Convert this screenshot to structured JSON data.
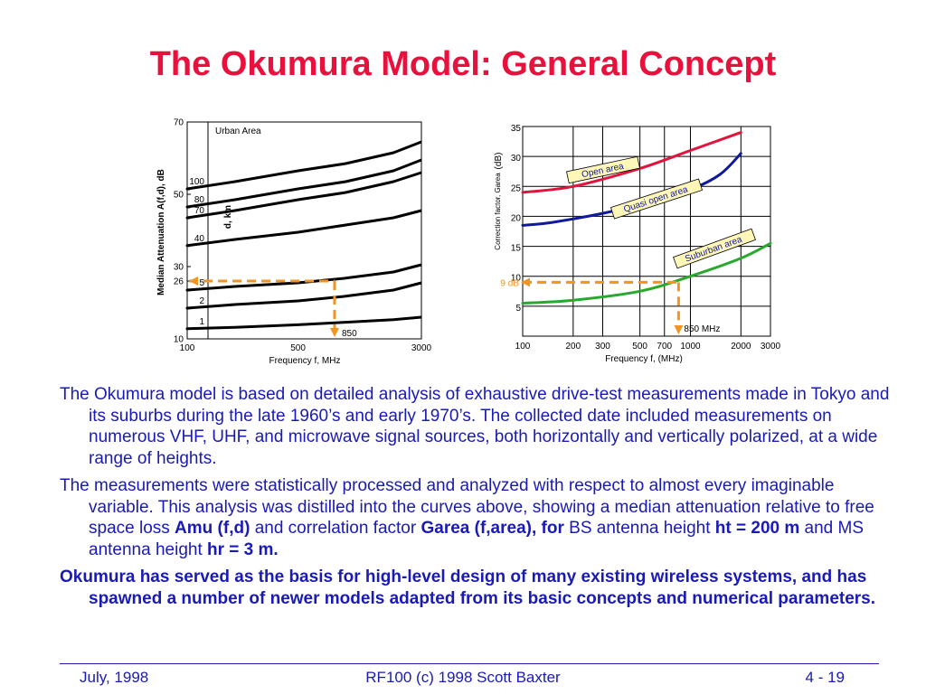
{
  "title": "The Okumura Model: General Concept",
  "chart_data": [
    {
      "type": "line",
      "region_label": "Urban Area",
      "xlabel": "Frequency f, MHz",
      "ylabel": "Median Attenuation A(f,d), dB",
      "curve_label": "d, km",
      "x_scale": "log",
      "xlim": [
        100,
        3000
      ],
      "ylim": [
        10,
        70
      ],
      "x_ticks": [
        "100",
        "500",
        "3000"
      ],
      "y_ticks": [
        "70",
        "50",
        "30",
        "26",
        "10"
      ],
      "series": [
        {
          "name": "100",
          "x": [
            100,
            200,
            500,
            1000,
            2000,
            3000
          ],
          "values": [
            51.5,
            53.5,
            56.5,
            58.5,
            61.5,
            64.5
          ]
        },
        {
          "name": "80",
          "x": [
            100,
            200,
            500,
            1000,
            2000,
            3000
          ],
          "values": [
            46.5,
            48.5,
            51.5,
            53.5,
            56.5,
            59.5
          ]
        },
        {
          "name": "70",
          "x": [
            100,
            200,
            500,
            1000,
            2000,
            3000
          ],
          "values": [
            43.5,
            45.5,
            48.5,
            50.5,
            53.5,
            56
          ]
        },
        {
          "name": "40",
          "x": [
            100,
            200,
            500,
            1000,
            2000,
            3000
          ],
          "values": [
            35.8,
            37.5,
            39.5,
            41.5,
            43.5,
            45.5
          ]
        },
        {
          "name": "5",
          "x": [
            100,
            200,
            500,
            1000,
            2000,
            3000
          ],
          "values": [
            23.5,
            24.5,
            25.5,
            26.8,
            28.5,
            30.5
          ]
        },
        {
          "name": "2",
          "x": [
            100,
            200,
            500,
            1000,
            2000,
            3000
          ],
          "values": [
            18.5,
            19.5,
            20.5,
            21.8,
            23.5,
            25.5
          ]
        },
        {
          "name": "1",
          "x": [
            100,
            200,
            500,
            1000,
            2000,
            3000
          ],
          "values": [
            12.8,
            13.2,
            13.9,
            14.6,
            15.3,
            16
          ]
        }
      ],
      "annotation": {
        "x_label": "850",
        "x": 850,
        "y": 26,
        "color": "#f29422"
      }
    },
    {
      "type": "line",
      "xlabel": "Frequency  f, (MHz)",
      "ylabel": "Correction factor, Garea",
      "ylabel_unit": "(dB)",
      "x_scale": "log",
      "xlim": [
        100,
        3000
      ],
      "ylim": [
        0,
        35
      ],
      "x_ticks": [
        "100",
        "200",
        "300",
        "500",
        "700",
        "1000",
        "2000",
        "3000"
      ],
      "y_ticks": [
        "35",
        "30",
        "25",
        "20",
        "15",
        "10",
        "5"
      ],
      "series": [
        {
          "name": "Open area",
          "color": "#e0143c",
          "x": [
            100,
            200,
            500,
            1000,
            2000
          ],
          "values": [
            24,
            25,
            28,
            31,
            34
          ]
        },
        {
          "name": "Quasi open area",
          "color": "#10189c",
          "x": [
            100,
            150,
            300,
            500,
            1000,
            1500,
            2000
          ],
          "values": [
            18.5,
            19,
            20.5,
            22,
            24.5,
            27,
            30.5
          ]
        },
        {
          "name": "Suburban area",
          "color": "#28a82c",
          "x": [
            100,
            200,
            500,
            1000,
            2000,
            3000
          ],
          "values": [
            5.5,
            6,
            7.5,
            10,
            13,
            15.5
          ]
        }
      ],
      "annotation": {
        "x_label": "850 MHz",
        "y_label": "9 dB",
        "x": 850,
        "y": 9,
        "color": "#f29422"
      }
    }
  ],
  "body": {
    "p1": "The Okumura model is based on detailed analysis of exhaustive drive-test measurements made in Tokyo and its suburbs during the late 1960’s and early 1970’s. The collected date included measurements on numerous VHF, UHF, and microwave signal sources, both horizontally and vertically polarized, at a wide range of heights.",
    "p2_a": "The measurements were statistically processed and analyzed with respect to almost every imaginable variable.  This analysis was distilled into the curves above, showing a median attenuation relative to free space loss ",
    "p2_b": "Amu (f,d)",
    "p2_c": " and correlation factor ",
    "p2_d": "Garea (f,area), for",
    "p2_e": " BS antenna height ",
    "p2_f": "ht = 200 m",
    "p2_g": " and MS antenna height ",
    "p2_h": "hr = 3 m.",
    "p3": "Okumura has served as the basis for high-level design of many existing wireless systems, and has spawned a number of newer models adapted from its basic concepts and numerical parameters."
  },
  "footer": {
    "left": "July, 1998",
    "center": "RF100 (c) 1998 Scott Baxter",
    "right": "4 - 19"
  }
}
